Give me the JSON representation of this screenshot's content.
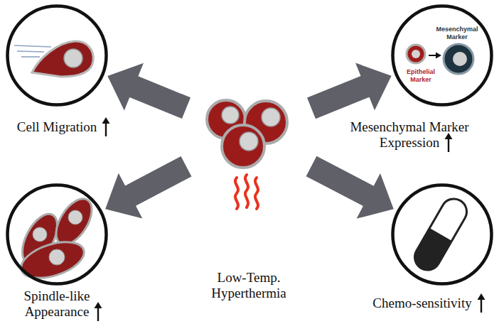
{
  "diagram": {
    "nodes": [
      {
        "text": [
          "Cell Migration"
        ]
      },
      {
        "text": [
          "Mesenchymal Marker",
          "Epithelial Marker",
          "Mesenchymal Marker Expression"
        ]
      },
      {
        "text": [
          "Low-Temp. Hyperthermia"
        ]
      },
      {
        "text": [
          "Spindle-like Appearance"
        ]
      },
      {
        "text": [
          "Chemo-sensitivity"
        ]
      }
    ],
    "edges": [
      {
        "from": 2,
        "to": 0,
        "arrow": "to"
      },
      {
        "from": 2,
        "to": 1,
        "arrow": "to"
      },
      {
        "from": 2,
        "to": 3,
        "arrow": "to"
      },
      {
        "from": 2,
        "to": 4,
        "arrow": "to"
      }
    ]
  }
}
